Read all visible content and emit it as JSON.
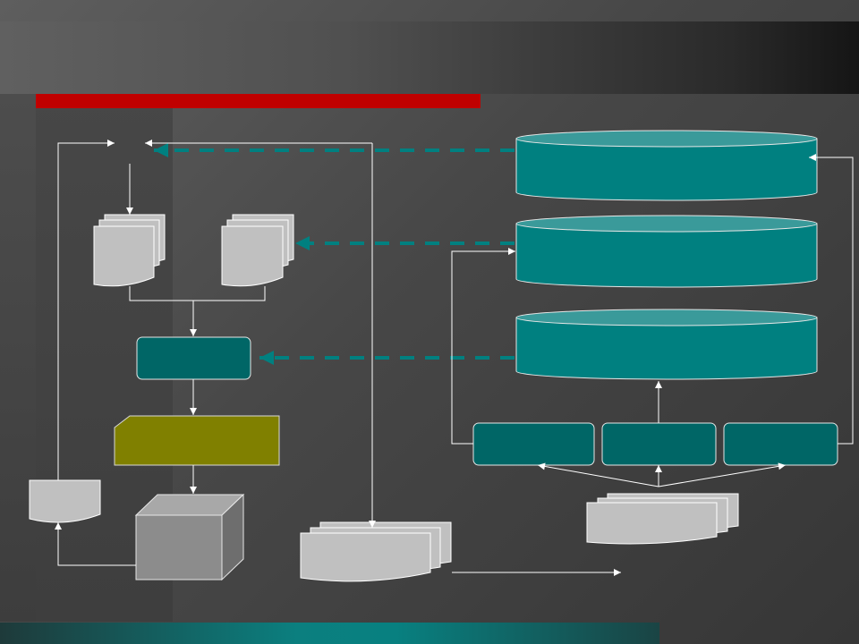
{
  "diagram": {
    "colors": {
      "teal": "#008080",
      "teal_top": "#3a9a9a",
      "dark_teal": "#006666",
      "olive": "#808000",
      "document_gray": "#c0c0c0",
      "cube_front": "#8c8c8c",
      "cube_top": "#a8a8a8",
      "cube_side": "#6e6e6e",
      "connector": "#ffffff",
      "accent_red": "#c00000"
    },
    "shapes": {
      "cylinders": [
        "database-top",
        "database-middle",
        "database-bottom"
      ],
      "process_boxes": [
        "process-box-left",
        "process-box-center",
        "process-box-right"
      ],
      "documents": [
        "document-stack-left",
        "document-stack-right",
        "single-document",
        "document-stack-wide",
        "document-stack-source"
      ]
    }
  }
}
